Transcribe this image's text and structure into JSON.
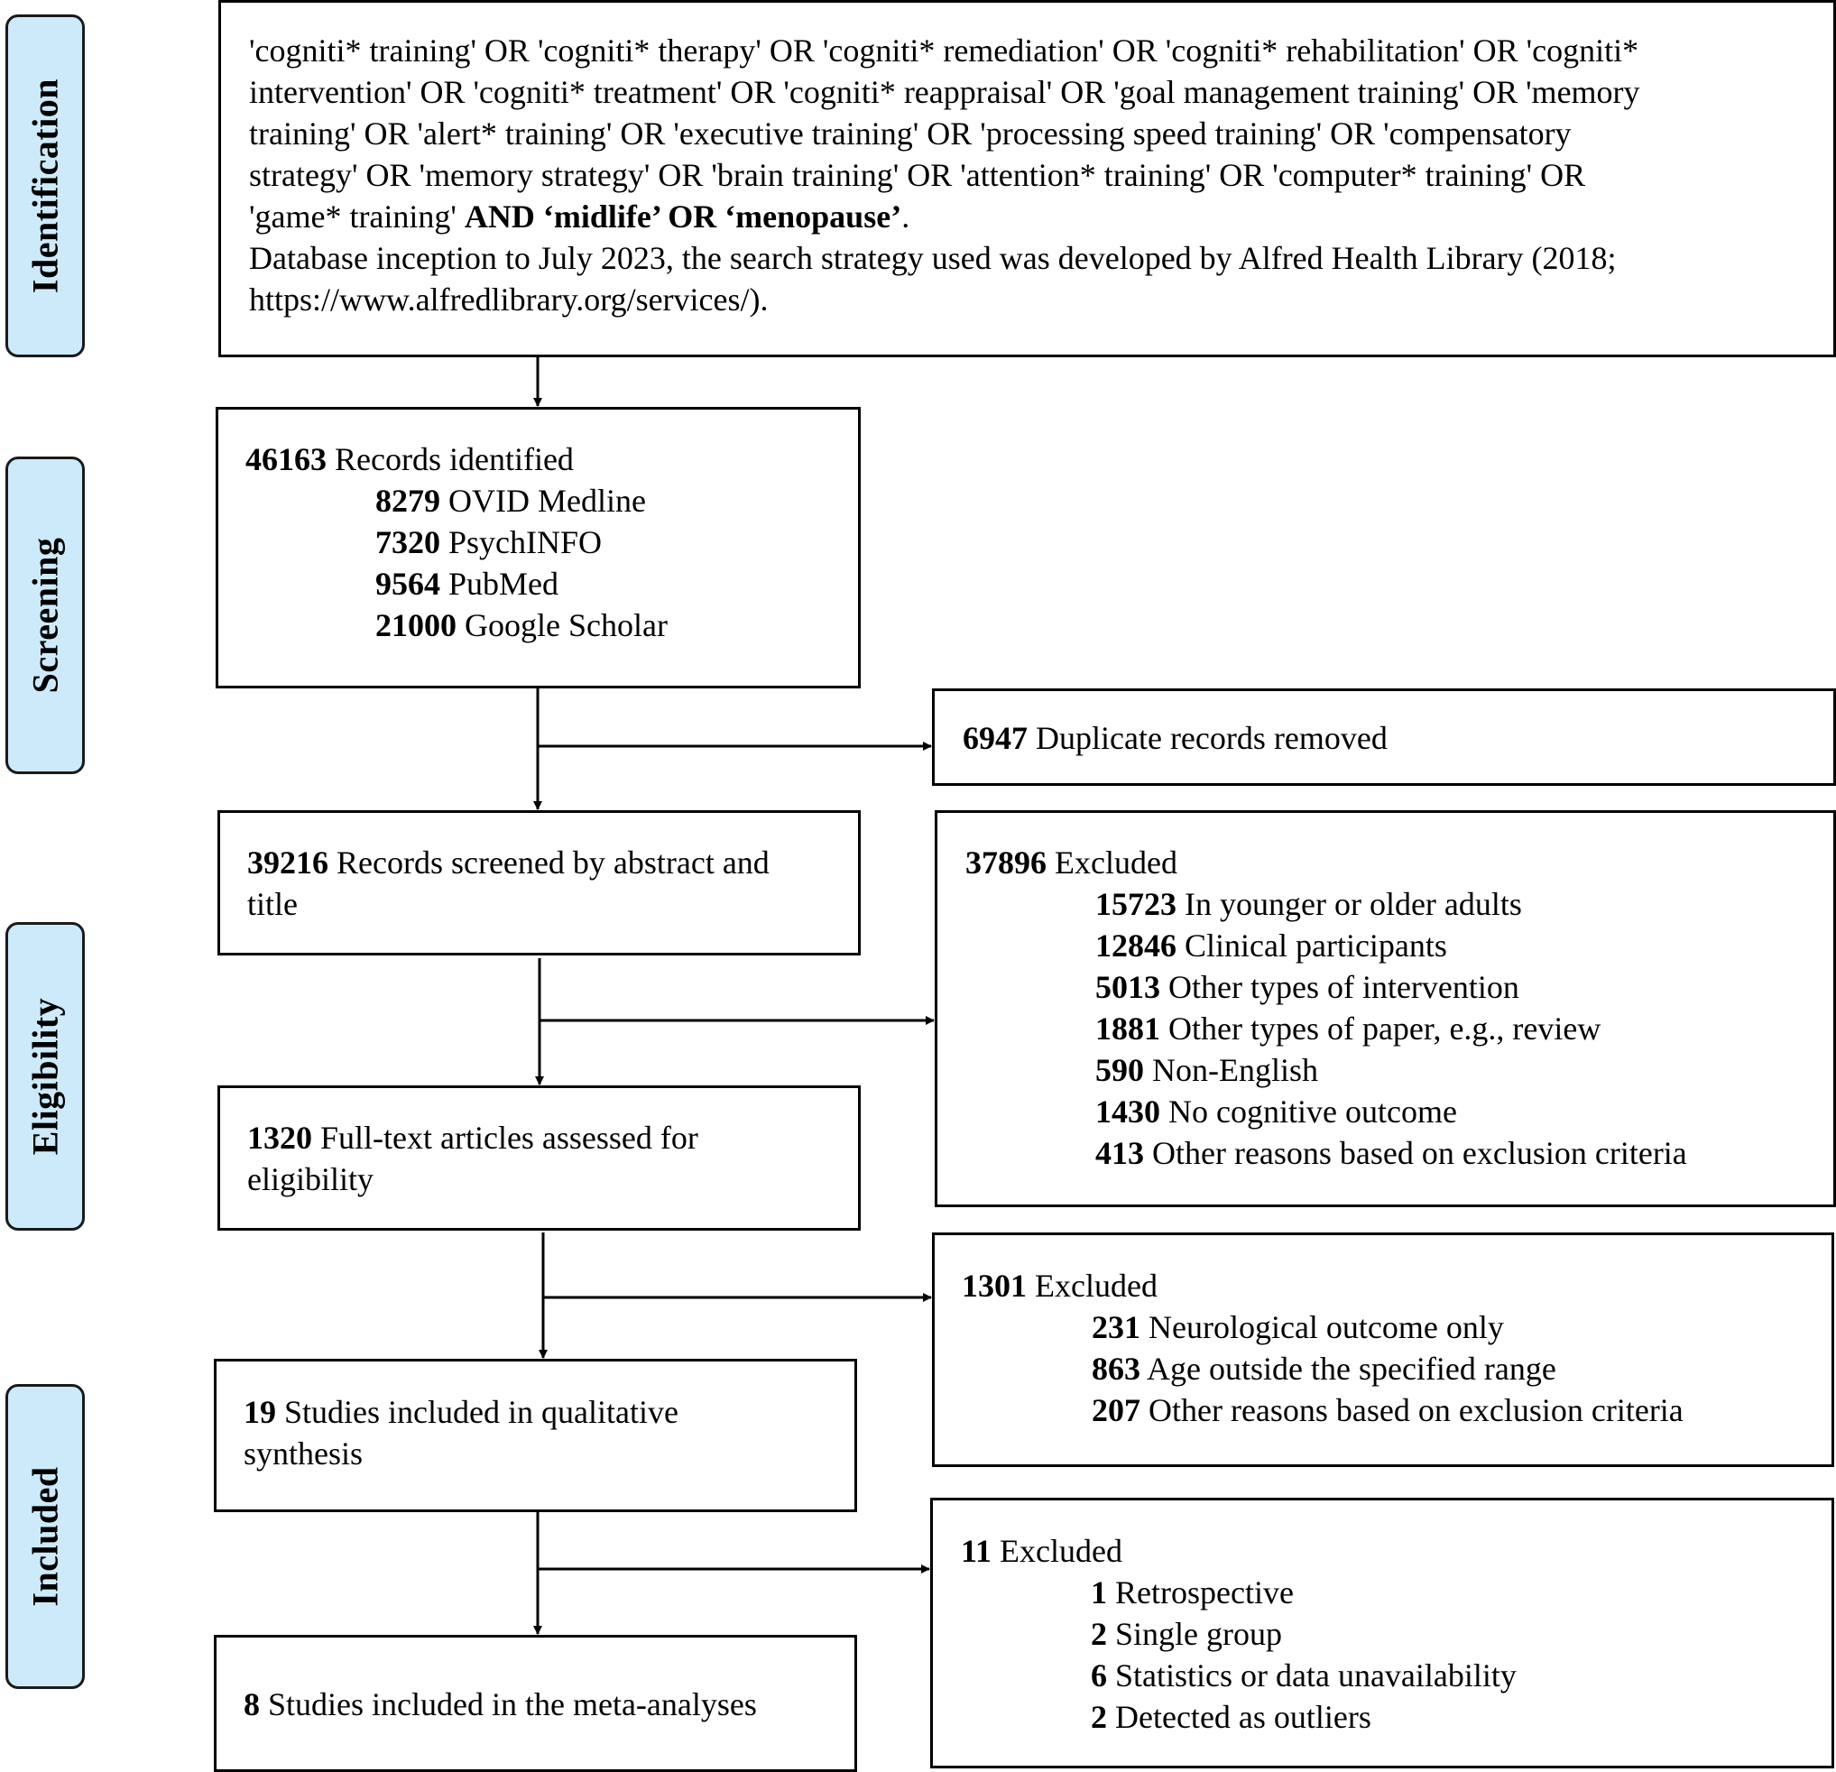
{
  "phases": {
    "identification": "Identification",
    "screening": "Screening",
    "eligibility": "Eligibility",
    "included": "Included"
  },
  "search": {
    "line1": "'cogniti* training' OR 'cogniti* therapy' OR 'cogniti* remediation' OR 'cogniti* rehabilitation' OR 'cogniti*",
    "line2": "intervention' OR 'cogniti* treatment' OR 'cogniti* reappraisal' OR 'goal management training' OR 'memory",
    "line3": "training' OR 'alert* training' OR 'executive training' OR 'processing speed training' OR 'compensatory",
    "line4": "strategy' OR 'memory strategy' OR 'brain training' OR 'attention* training' OR 'computer* training' OR",
    "line5_plain": "'game* training'",
    "line5_bold": "AND ‘midlife’ OR ‘menopause’",
    "line5_end": ".",
    "line6": "Database inception to July 2023, the search strategy used was developed by Alfred Health Library (2018;",
    "line7": "https://www.alfredlibrary.org/services/)."
  },
  "identified": {
    "count": "46163",
    "label": "Records identified",
    "sources": [
      {
        "count": "8279",
        "label": "OVID Medline"
      },
      {
        "count": "7320",
        "label": "PsychINFO"
      },
      {
        "count": "9564",
        "label": "PubMed"
      },
      {
        "count": "21000",
        "label": "Google Scholar"
      }
    ]
  },
  "duplicates": {
    "count": "6947",
    "label": "Duplicate records removed"
  },
  "screened": {
    "count": "39216",
    "label_line1": "Records screened by abstract and",
    "label_line2": "title"
  },
  "excluded_screen": {
    "count": "37896",
    "label": "Excluded",
    "reasons": [
      {
        "count": "15723",
        "label": "In younger or older adults"
      },
      {
        "count": "12846",
        "label": "Clinical participants"
      },
      {
        "count": "5013",
        "label": "Other types of intervention"
      },
      {
        "count": "1881",
        "label": "Other types of paper, e.g., review"
      },
      {
        "count": "590",
        "label": "Non-English"
      },
      {
        "count": "1430",
        "label": "No cognitive outcome"
      },
      {
        "count": "413",
        "label": "Other reasons based on exclusion criteria"
      }
    ]
  },
  "fulltext": {
    "count": "1320",
    "label_line1": "Full-text articles assessed for",
    "label_line2": "eligibility"
  },
  "excluded_fulltext": {
    "count": "1301",
    "label": "Excluded",
    "reasons": [
      {
        "count": "231",
        "label": "Neurological outcome only"
      },
      {
        "count": "863",
        "label": "Age outside the specified range"
      },
      {
        "count": "207",
        "label": "Other reasons based on exclusion criteria"
      }
    ]
  },
  "qualitative": {
    "count": "19",
    "label_line1": "Studies included in qualitative",
    "label_line2": "synthesis"
  },
  "excluded_final": {
    "count": "11",
    "label": "Excluded",
    "reasons": [
      {
        "count": "1",
        "label": "Retrospective"
      },
      {
        "count": "2",
        "label": "Single group"
      },
      {
        "count": "6",
        "label": "Statistics or data unavailability"
      },
      {
        "count": "2",
        "label": "Detected as outliers"
      }
    ]
  },
  "meta": {
    "count": "8",
    "label": "Studies included in the meta-analyses"
  }
}
